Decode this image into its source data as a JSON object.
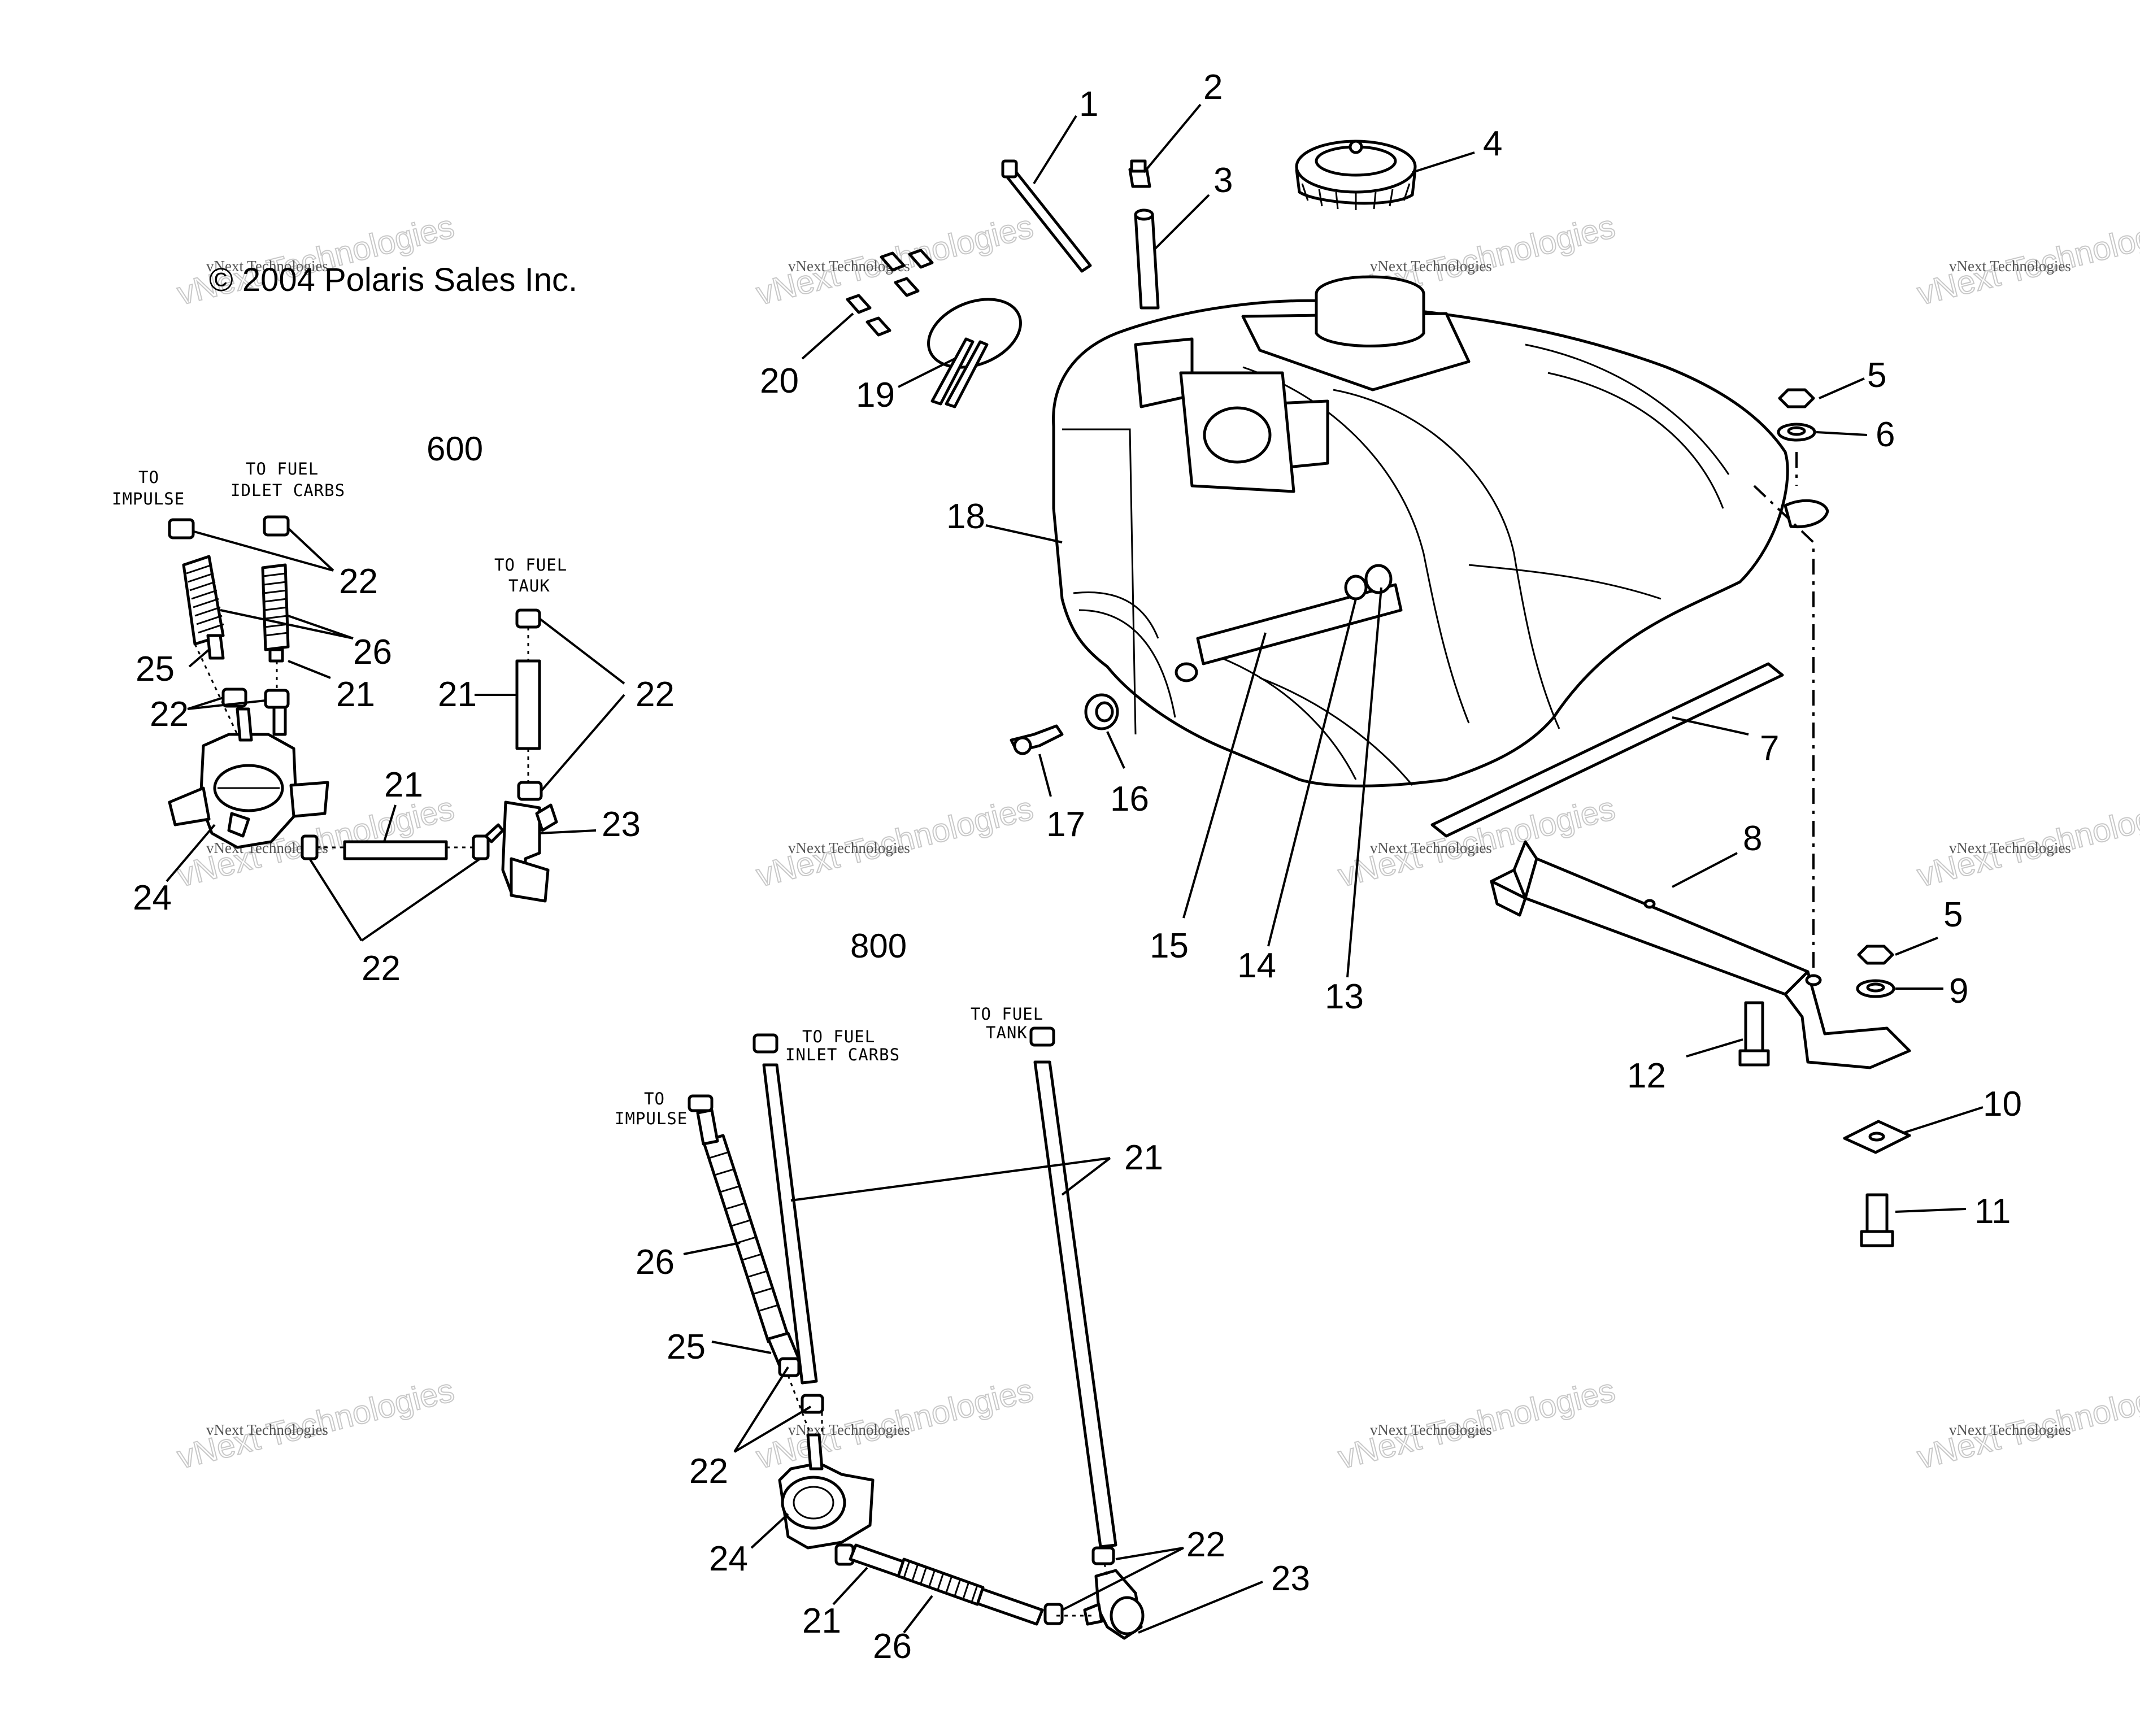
{
  "copyright": "© 2004 Polaris Sales Inc.",
  "sections": {
    "s600": "600",
    "s800": "800"
  },
  "watermark": {
    "small": "vNext Technologies",
    "big": "vNext Technologies"
  },
  "notes": {
    "to_impulse_a": "TO",
    "to_impulse_b": "IMPULSE",
    "to_fuel_inlet_a": "TO FUEL",
    "to_fuel_inlet_b": "IDLET CARBS",
    "to_fuel_tank_a": "TO FUEL",
    "to_fuel_tank_b": "TAUK",
    "to_fuel_inlet2_a": "TO FUEL",
    "to_fuel_inlet2_b": "INLET CARBS",
    "to_fuel_tank2_a": "TO FUEL",
    "to_fuel_tank2_b": "TANK",
    "to_impulse2_a": "TO",
    "to_impulse2_b": "IMPULSE"
  },
  "callouts": {
    "c1": "1",
    "c2": "2",
    "c3": "3",
    "c4": "4",
    "c5": "5",
    "c5b": "5",
    "c6": "6",
    "c7": "7",
    "c8": "8",
    "c9": "9",
    "c10": "10",
    "c11": "11",
    "c12": "12",
    "c13": "13",
    "c14": "14",
    "c15": "15",
    "c16": "16",
    "c17": "17",
    "c18": "18",
    "c19": "19",
    "c20": "20",
    "c21a": "21",
    "c21b": "21",
    "c21c": "21",
    "c21d": "21",
    "c21e": "21",
    "c22a": "22",
    "c22b": "22",
    "c22c": "22",
    "c22d": "22",
    "c22e": "22",
    "c22f": "22",
    "c23a": "23",
    "c23b": "23",
    "c24a": "24",
    "c24b": "24",
    "c25a": "25",
    "c25b": "25",
    "c26a": "26",
    "c26b": "26",
    "c26c": "26"
  }
}
